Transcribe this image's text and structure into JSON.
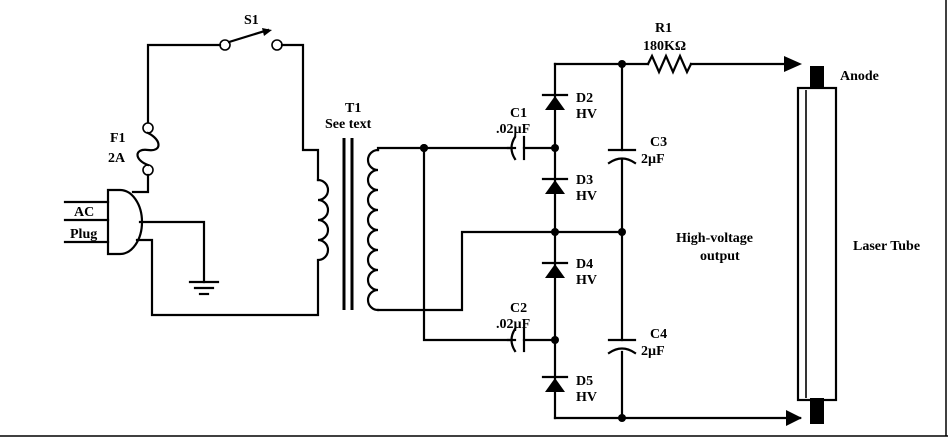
{
  "labels": {
    "s1": "S1",
    "f1": "F1",
    "f1_rating": "2A",
    "ac": "AC",
    "plug": "Plug",
    "t1": "T1",
    "t1_note": "See text",
    "c1": "C1",
    "c1_value": ".02µF",
    "c2": "C2",
    "c2_value": ".02µF",
    "c3": "C3",
    "c3_value": "2µF",
    "c4": "C4",
    "c4_value": "2µF",
    "d2": "D2",
    "d3": "D3",
    "d4": "D4",
    "d5": "D5",
    "hv": "HV",
    "r1": "R1",
    "r1_value": "180KΩ",
    "anode": "Anode",
    "hv_output_line1": "High-voltage",
    "hv_output_line2": "output",
    "laser_tube": "Laser Tube"
  }
}
